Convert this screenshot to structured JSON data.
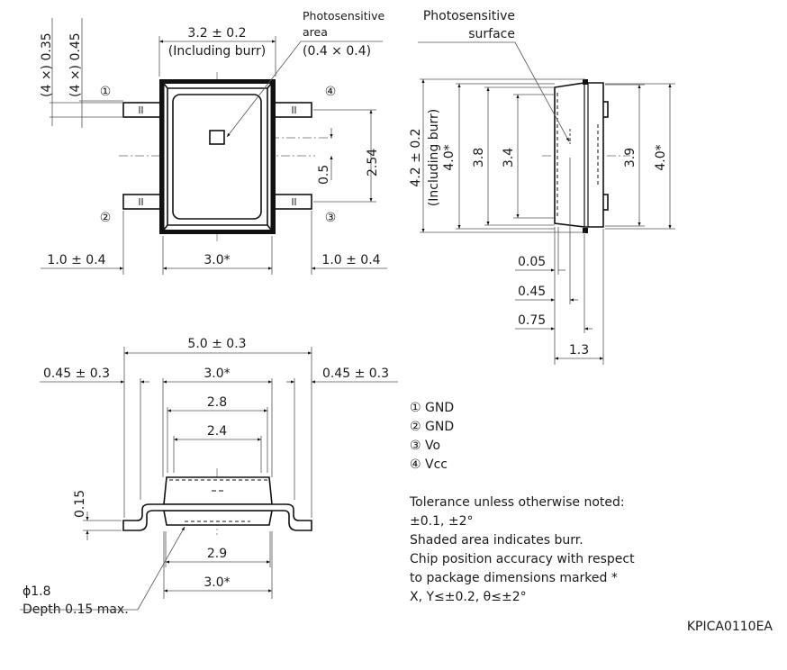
{
  "top_view": {
    "width_dim": "3.2 ± 0.2",
    "width_note": "(Including burr)",
    "photo_label_1": "Photosensitive",
    "photo_label_2": "area",
    "photo_size": "(0.4 × 0.4)",
    "lead_w1": "(4 ×) 0.35",
    "lead_w2": "(4 ×) 0.45",
    "pin1": "①",
    "pin2": "②",
    "pin3": "③",
    "pin4": "④",
    "pitch": "2.54",
    "offset": "0.5",
    "left_lead": "1.0 ± 0.4",
    "body_w": "3.0*",
    "right_lead": "1.0 ± 0.4"
  },
  "side_view": {
    "label_1": "Photosensitive",
    "label_2": "surface",
    "height_dim": "4.2 ± 0.2",
    "height_note": "(Including burr)",
    "h40": "4.0*",
    "h38": "3.8",
    "h34": "3.4",
    "h39": "3.9",
    "h40r": "4.0*",
    "d005": "0.05",
    "d045": "0.45",
    "d075": "0.75",
    "d13": "1.3"
  },
  "front_view": {
    "total": "5.0 ± 0.3",
    "left": "0.45 ± 0.3",
    "right": "0.45 ± 0.3",
    "w30": "3.0*",
    "w28": "2.8",
    "w24": "2.4",
    "t015": "0.15",
    "w29": "2.9",
    "w30b": "3.0*",
    "hole_1": "ϕ1.8",
    "hole_2": "Depth 0.15 max."
  },
  "pins": [
    "① GND",
    "② GND",
    "③ Vo",
    "④ Vcc"
  ],
  "notes": [
    "Tolerance unless otherwise noted:",
    "±0.1, ±2°",
    "Shaded area indicates burr.",
    "Chip position accuracy with respect",
    "to package dimensions marked *",
    "X, Y≤±0.2, θ≤±2°"
  ],
  "drawing_code": "KPICA0110EA"
}
